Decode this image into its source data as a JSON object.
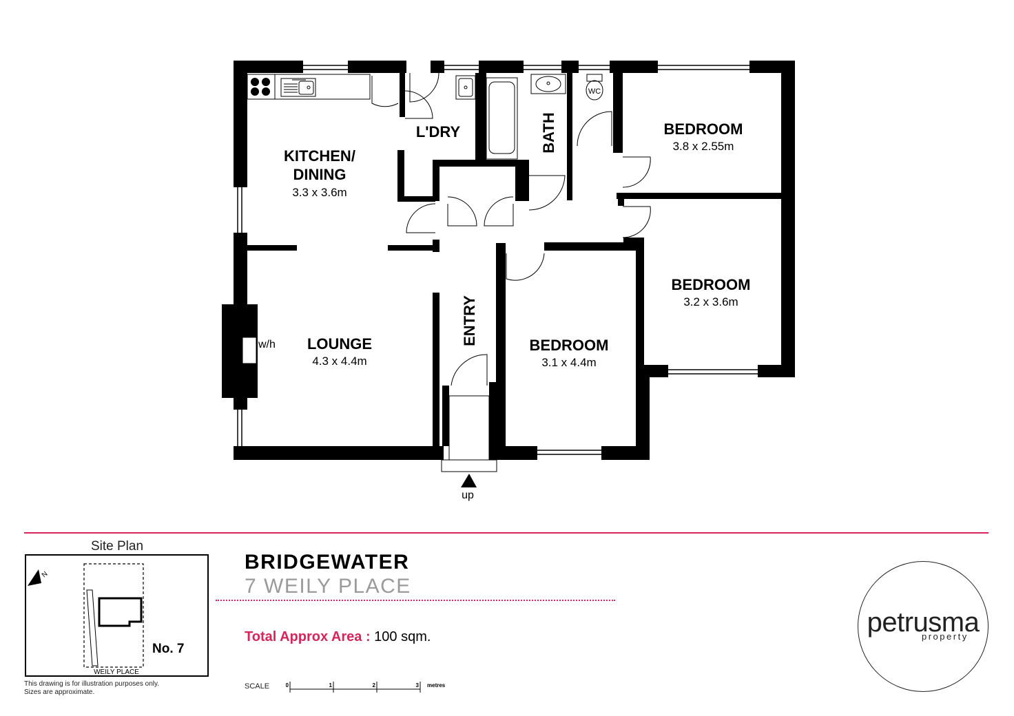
{
  "floorplan": {
    "rooms": [
      {
        "name": "KITCHEN/",
        "name2": "DINING",
        "dims": "3.3 x 3.6m"
      },
      {
        "name": "L'DRY"
      },
      {
        "name": "BATH"
      },
      {
        "name": "WC"
      },
      {
        "name": "BEDROOM",
        "dims": "3.8 x 2.55m"
      },
      {
        "name": "BEDROOM",
        "dims": "3.2 x 3.6m"
      },
      {
        "name": "LOUNGE",
        "dims": "4.3 x 4.4m"
      },
      {
        "name": "ENTRY"
      },
      {
        "name": "BEDROOM",
        "dims": "3.1 x 4.4m"
      }
    ],
    "wh_label": "w/h",
    "up_label": "up"
  },
  "site_plan": {
    "title": "Site Plan",
    "north": "N",
    "street": "WEILY PLACE",
    "lot": "No. 7"
  },
  "disclaimer": [
    "This drawing is for illustration purposes only.",
    "Sizes are approximate."
  ],
  "property": {
    "suburb": "BRIDGEWATER",
    "address": "7 WEILY PLACE",
    "area_label": "Total Approx Area :",
    "area_value": " 100 sqm."
  },
  "scale": {
    "label": "SCALE",
    "ticks": [
      "0",
      "1",
      "2",
      "3"
    ],
    "unit": "metres"
  },
  "logo": {
    "name": "petrusma",
    "sub": "property"
  }
}
